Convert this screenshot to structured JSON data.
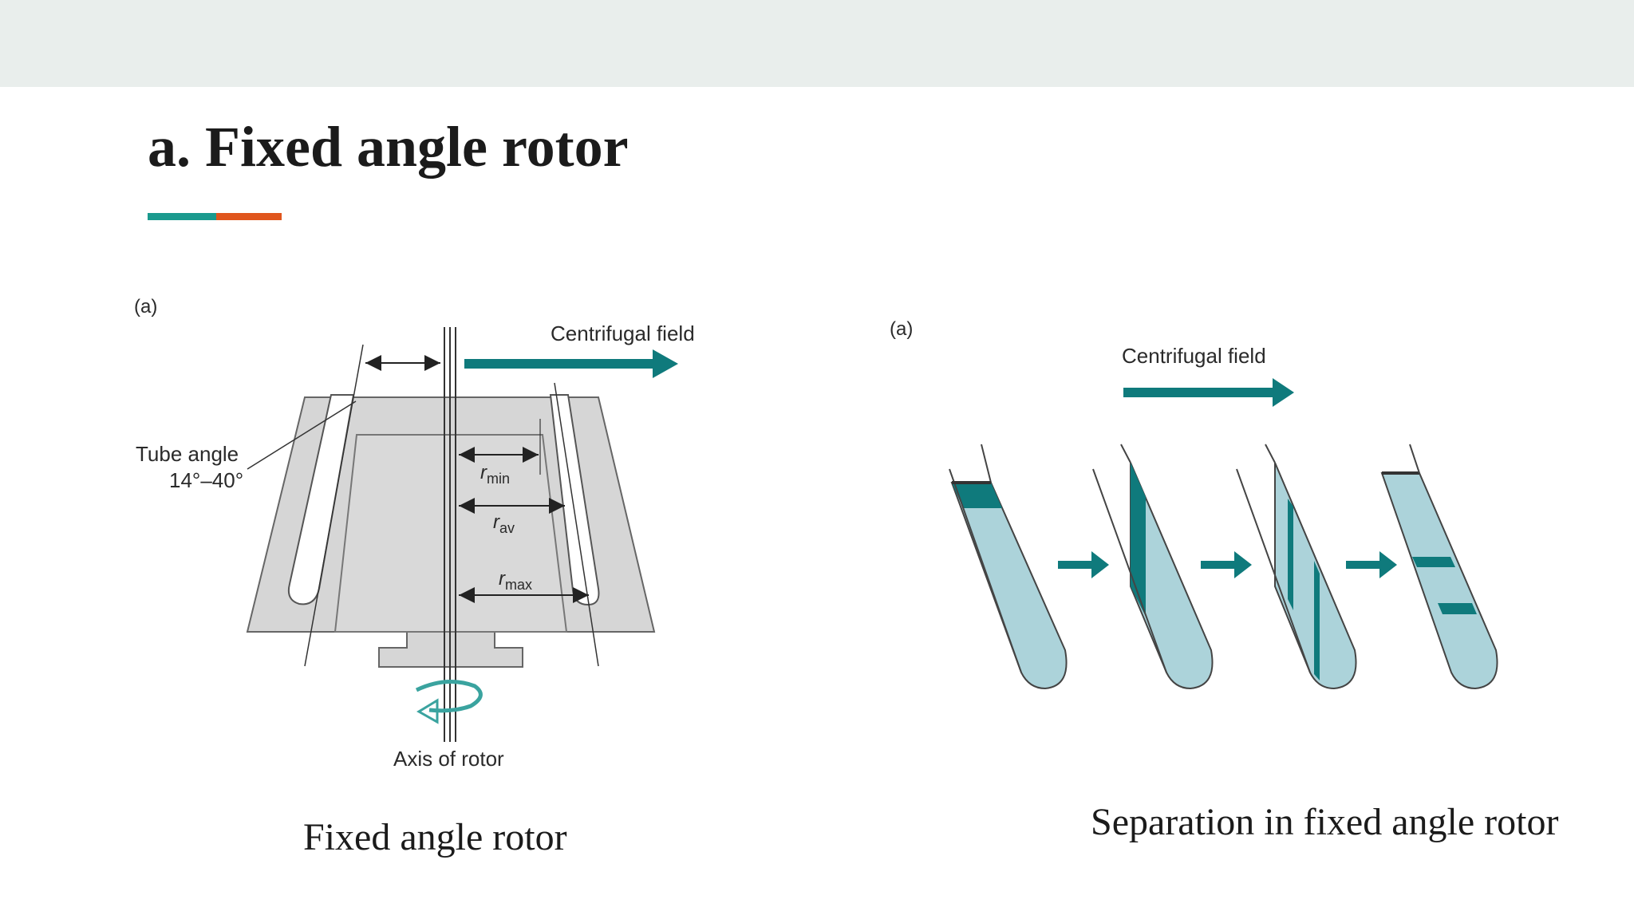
{
  "slide": {
    "title": "a. Fixed angle rotor",
    "accent_colors": [
      "#1a9a8e",
      "#e0561d"
    ]
  },
  "rotor_diagram": {
    "panel_label": "(a)",
    "field_label": "Centrifugal field",
    "tube_angle_label": "Tube angle",
    "tube_angle_range": "14°–40°",
    "r_min": {
      "base": "r",
      "sub": "min"
    },
    "r_av": {
      "base": "r",
      "sub": "av"
    },
    "r_max": {
      "base": "r",
      "sub": "max"
    },
    "axis_label": "Axis of rotor",
    "colors": {
      "arrow": "#0f7a7c",
      "body": "#d6d6d6",
      "line": "#555555"
    }
  },
  "separation_diagram": {
    "panel_label": "(a)",
    "field_label": "Centrifugal field",
    "colors": {
      "arrow": "#0f7a7c",
      "liquid": "#acd3da",
      "band": "#0f7a7c",
      "outline": "#444444"
    }
  },
  "captions": {
    "left": "Fixed angle rotor",
    "right": "Separation in fixed angle rotor"
  }
}
